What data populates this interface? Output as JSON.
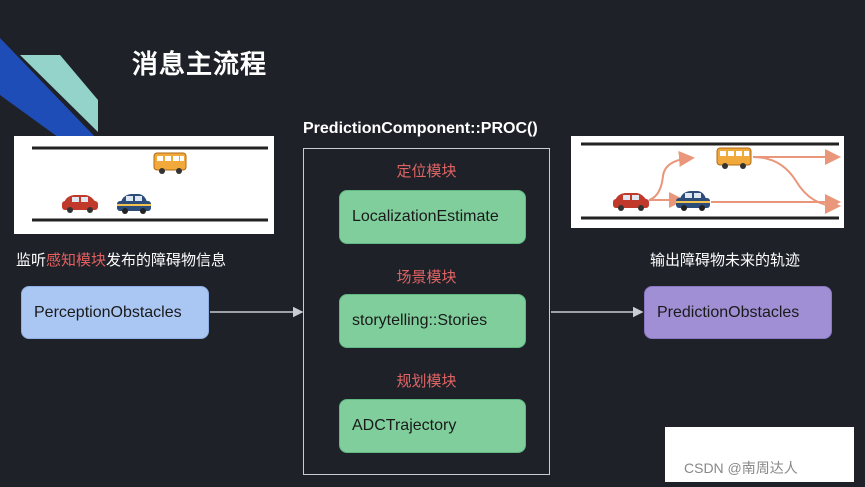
{
  "title": "消息主流程",
  "component": {
    "title": "PredictionComponent::PROC()",
    "modules": [
      {
        "label": "定位模块",
        "node": "LocalizationEstimate"
      },
      {
        "label": "场景模块",
        "node": "storytelling::Stories"
      },
      {
        "label": "规划模块",
        "node": "ADCTrajectory"
      }
    ]
  },
  "input": {
    "caption_prefix": "监听",
    "caption_highlight": "感知模块",
    "caption_suffix": "发布的障碍物信息",
    "node": "PerceptionObstacles"
  },
  "output": {
    "caption": "输出障碍物未来的轨迹",
    "node": "PredictionObstacles"
  },
  "colors": {
    "background": "#1e2128",
    "input_node": "#aac6f3",
    "module_node": "#7fce9c",
    "output_node": "#a08fd4",
    "module_label": "#e06464",
    "trajectory": "#e9967a"
  },
  "icons": [
    "bus-icon",
    "car-icon",
    "trajectory-arrow-icon"
  ],
  "watermark": "CSDN @南周达人"
}
